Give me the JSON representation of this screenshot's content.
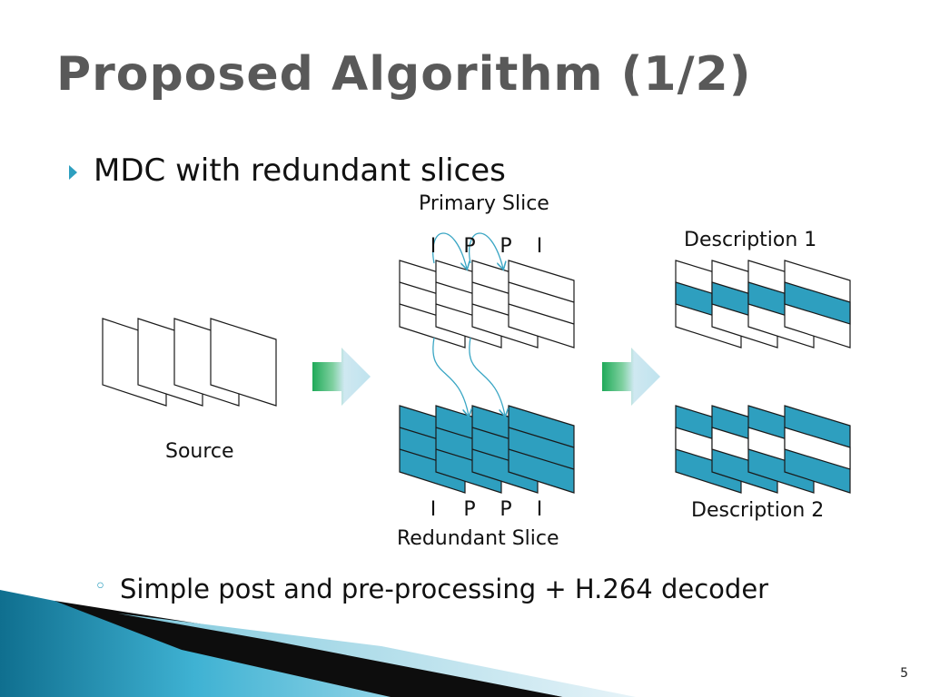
{
  "slide": {
    "title": "Proposed Algorithm (1/2)",
    "bullet": "MDC with redundant slices",
    "sub_bullet": "Simple post and pre-processing + H.264 decoder",
    "page_number": "5"
  },
  "diagram": {
    "source_label": "Source",
    "primary_label": "Primary Slice",
    "redundant_label": "Redundant Slice",
    "description1_label": "Description 1",
    "description2_label": "Description 2",
    "primary_frame_types": [
      "I",
      "P",
      "P",
      "I"
    ],
    "redundant_frame_types": [
      "I",
      "P",
      "P",
      "I"
    ],
    "colors": {
      "slice_fill": "#2e9fbf",
      "frame_stroke": "#1a1a1a",
      "dependency_arrow": "#3aa6c4",
      "arrow_green": "#1faa59",
      "arrow_light": "#bfe3ee",
      "title": "#595959"
    }
  }
}
